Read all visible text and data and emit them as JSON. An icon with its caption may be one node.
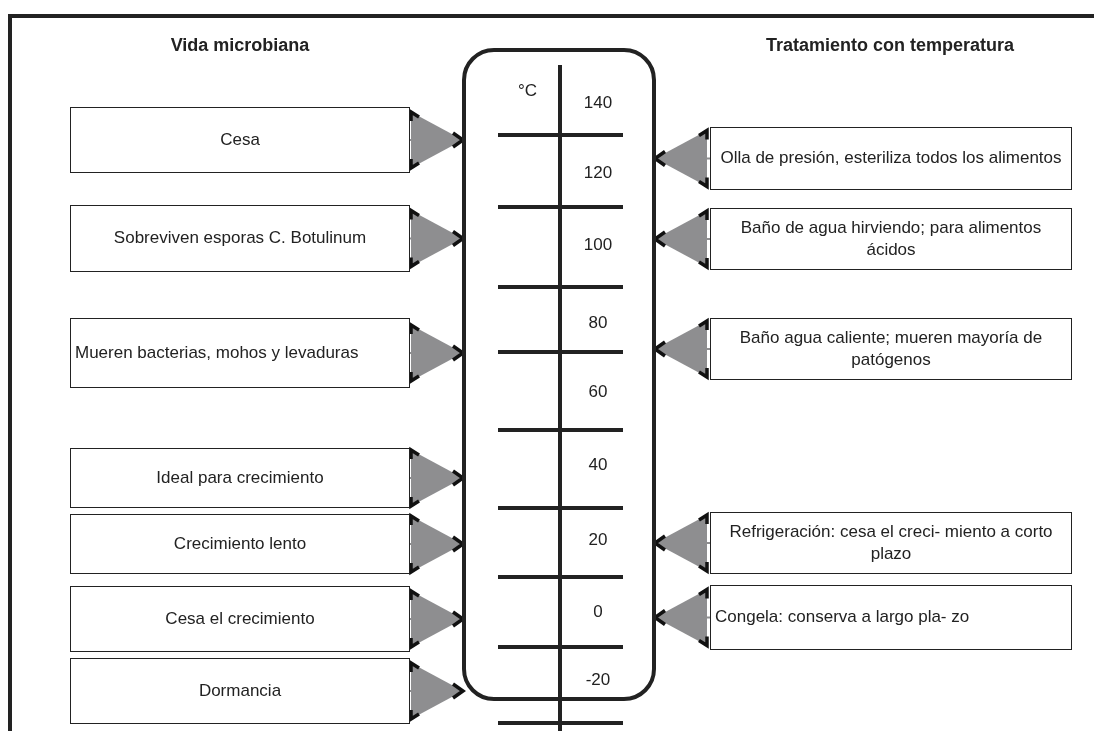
{
  "diagram": {
    "nodes": [
      {
        "text": [
          "°C"
        ]
      },
      {
        "text": [
          "Cesa"
        ]
      },
      {
        "text": [
          "Sobreviven esporas C. Botulinum"
        ]
      },
      {
        "text": [
          "Mueren bacterias, mohos y levaduras"
        ]
      },
      {
        "text": [
          "Ideal para crecimiento"
        ]
      },
      {
        "text": [
          "Crecimiento lento"
        ]
      },
      {
        "text": [
          "Cesa el crecimiento"
        ]
      },
      {
        "text": [
          "Dormancia"
        ]
      },
      {
        "text": [
          "Olla de presión, esteriliza todos los alimentos"
        ]
      },
      {
        "text": [
          "Baño de agua hirviendo; para alimentos ácidos"
        ]
      },
      {
        "text": [
          "Baño agua caliente; mueren mayoría de patógenos"
        ]
      },
      {
        "text": [
          "Refrigeración: cesa el creci- miento a corto plazo"
        ]
      },
      {
        "text": [
          "Congela: conserva a largo pla- zo"
        ]
      }
    ],
    "edges": [
      {
        "from": 1,
        "to": 0,
        "arrow": "to"
      },
      {
        "from": 2,
        "to": 0,
        "arrow": "to"
      },
      {
        "from": 3,
        "to": 0,
        "arrow": "to"
      },
      {
        "from": 4,
        "to": 0,
        "arrow": "to"
      },
      {
        "from": 5,
        "to": 0,
        "arrow": "to"
      },
      {
        "from": 6,
        "to": 0,
        "arrow": "to"
      },
      {
        "from": 7,
        "to": 0,
        "arrow": "to"
      },
      {
        "from": 8,
        "to": 0,
        "arrow": "to"
      },
      {
        "from": 9,
        "to": 0,
        "arrow": "to"
      },
      {
        "from": 10,
        "to": 0,
        "arrow": "to"
      },
      {
        "from": 11,
        "to": 0,
        "arrow": "to"
      },
      {
        "from": 12,
        "to": 0,
        "arrow": "to"
      }
    ],
    "labels": [
      "Vida microbiana",
      "Tratamiento con temperatura",
      "140",
      "120",
      "100",
      "80",
      "60",
      "40",
      "20",
      "0",
      "-20"
    ]
  }
}
